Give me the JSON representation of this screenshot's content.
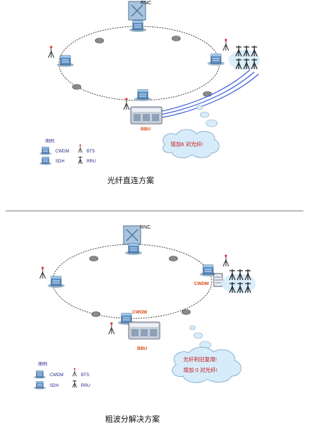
{
  "diagram1": {
    "rnc_label": "RNC",
    "bbu_label": "BBU",
    "cloud_lines": [
      "增加6 对光纤!"
    ],
    "legend": {
      "title": "图例:",
      "items": [
        "CWDM",
        "SDH",
        "BTS",
        "RRU"
      ]
    },
    "caption": "光纤直连方案"
  },
  "diagram2": {
    "rnc_label": "RNC",
    "cwdm_label_right": "CWDM",
    "cwdm_label_bottom": "CWDM",
    "bbu_label": "BBU",
    "cloud_lines": [
      "光纤利旧复用!",
      "增加 0 对光纤!"
    ],
    "legend": {
      "title": "图例:",
      "items": [
        "CWDM",
        "SDH",
        "BTS",
        "RRU"
      ]
    },
    "caption": "粗波分解决方案"
  },
  "colors": {
    "ring": "#555555",
    "link": "#3d5bd9",
    "cloud_fill": "#d6ecfb",
    "cloud_text": "#cc1111",
    "orange_label": "#d84a14",
    "divider": "#7a7a7a"
  }
}
